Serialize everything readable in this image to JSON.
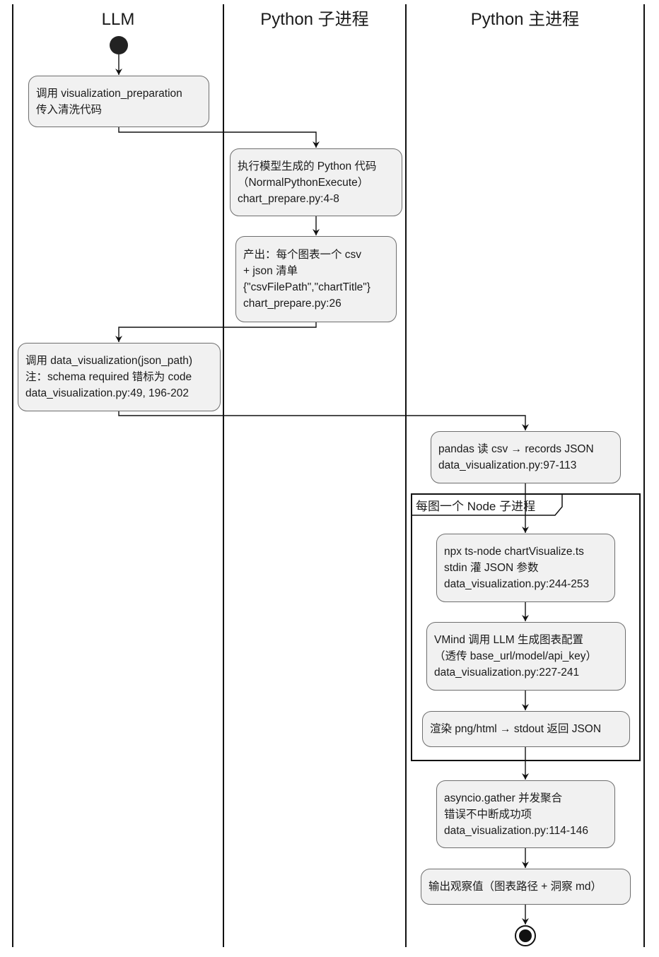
{
  "lanes": [
    "LLM",
    "Python 子进程",
    "Python 主进程"
  ],
  "nodes": {
    "call_prep": [
      "调用 visualization_preparation",
      "传入清洗代码"
    ],
    "exec_code": [
      "执行模型生成的 Python 代码",
      "（NormalPythonExecute）",
      "chart_prepare.py:4-8"
    ],
    "output_csv": [
      "产出：每个图表一个 csv",
      "+ json 清单",
      "{\"csvFilePath\",\"chartTitle\"}",
      "chart_prepare.py:26"
    ],
    "call_dataviz": [
      "调用 data_visualization(json_path)",
      "注：schema required 错标为 code",
      "data_visualization.py:49, 196-202"
    ],
    "pandas_read": [
      "pandas 读 csv → records JSON",
      "data_visualization.py:97-113"
    ],
    "npx_node": [
      "npx ts-node chartVisualize.ts",
      "stdin 灌 JSON 参数",
      "data_visualization.py:244-253"
    ],
    "vmind": [
      "VMind 调用 LLM 生成图表配置",
      "（透传 base_url/model/api_key）",
      "data_visualization.py:227-241"
    ],
    "render": [
      "渲染 png/html → stdout 返回 JSON"
    ],
    "gather": [
      "asyncio.gather 并发聚合",
      "错误不中断成功项",
      "data_visualization.py:114-146"
    ],
    "output_obs": [
      "输出观察值（图表路径 + 洞察 md）"
    ]
  },
  "frame_label": "每图一个 Node 子进程"
}
